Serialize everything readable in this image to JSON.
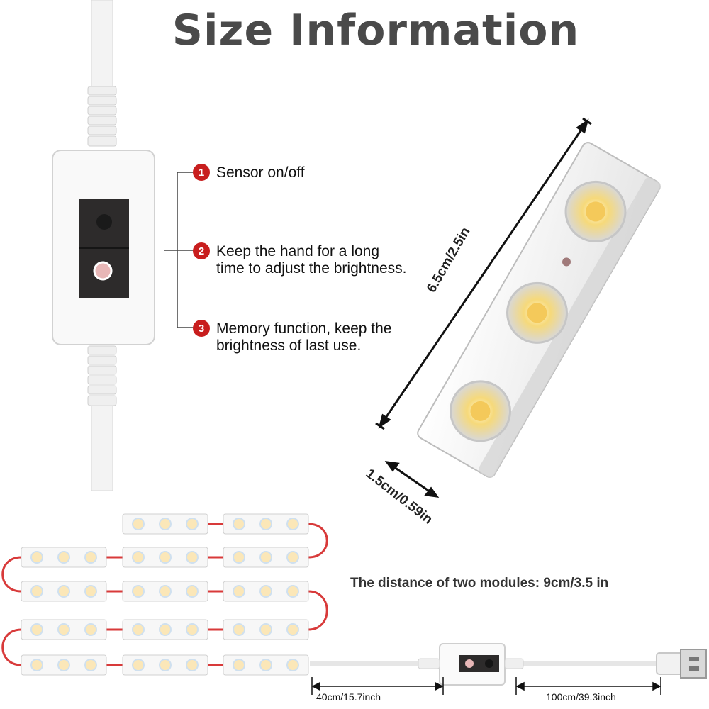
{
  "title": "Size Information",
  "features": [
    {
      "number": "1",
      "text": "Sensor on/off"
    },
    {
      "number": "2",
      "text": "Keep the hand for a long time to adjust the brightness."
    },
    {
      "number": "3",
      "text": "Memory function, keep the brightness of last use."
    }
  ],
  "dimensions": {
    "length": "6.5cm/2.5in",
    "width": "1.5cm/0.59in",
    "module_distance": "The distance of two modules: 9cm/3.5 in",
    "cable_1": "40cm/15.7inch",
    "cable_2": "100cm/39.3inch"
  },
  "colors": {
    "badge": "#c81e1e",
    "title": "#4a4a4a",
    "wire": "#d83a3a"
  }
}
